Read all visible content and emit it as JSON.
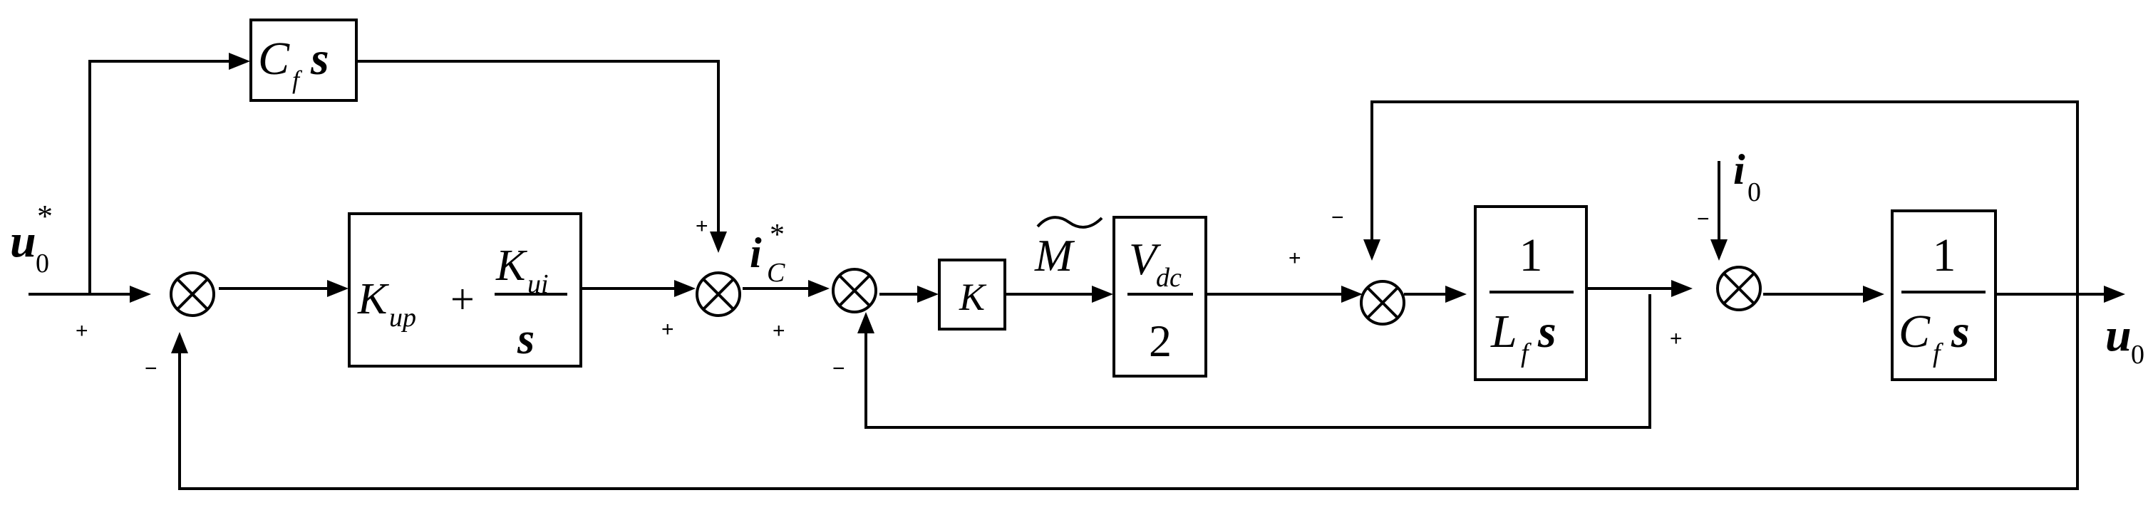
{
  "signals": {
    "input": {
      "main": "u",
      "sub": "0",
      "sup": "*"
    },
    "output": {
      "main": "u",
      "sub": "0"
    },
    "capacitor_current_ref": {
      "main": "i",
      "sub": "C",
      "sup": "*"
    },
    "modulation": {
      "main": "M",
      "accent": "~"
    },
    "load_current": {
      "main": "i",
      "sub": "0"
    }
  },
  "blocks": {
    "feedforward": {
      "C": "C",
      "f": "f",
      "s": "s"
    },
    "pi_controller": {
      "Kup_K": "K",
      "Kup_sub": "up",
      "plus": "+",
      "Kui_K": "K",
      "Kui_sub": "ui",
      "den": "s"
    },
    "gain_k": {
      "label": "K"
    },
    "inverter_gain": {
      "V": "V",
      "V_sub": "dc",
      "den": "2"
    },
    "inductor": {
      "num": "1",
      "L": "L",
      "f": "f",
      "s": "s"
    },
    "capacitor": {
      "num": "1",
      "C": "C",
      "f": "f",
      "s": "s"
    }
  },
  "signs": {
    "sum1_in": "+",
    "sum1_fb": "−",
    "sum2_ff": "+",
    "sum2_in": "+",
    "sum3_in": "+",
    "sum3_fb": "−",
    "sum4_in": "+",
    "sum4_fb": "−",
    "sum5_in": "+",
    "sum5_load": "−"
  },
  "colors": {
    "ink": "#000000",
    "background": "#ffffff"
  }
}
